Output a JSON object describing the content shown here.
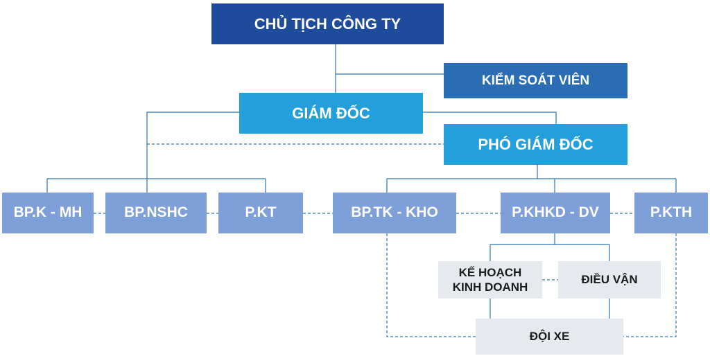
{
  "colors": {
    "top": "#1e4b9b",
    "ctrl": "#2a6db5",
    "exec": "#23a0dc",
    "dept": "#7e9fd8",
    "sub": "#e6e9ee",
    "line": "#2f73b0"
  },
  "nodes": {
    "chairman": "CHỦ TỊCH CÔNG TY",
    "controller": "KIỂM SOÁT VIÊN",
    "director": "GIÁM ĐỐC",
    "deputy_director": "PHÓ GIÁM ĐỐC",
    "bp_k_mh": "BP.K - MH",
    "bp_nshc": "BP.NSHC",
    "p_kt": "P.KT",
    "bp_tk_kho": "BP.TK - KHO",
    "p_khkd_dv": "P.KHKD - DV",
    "p_kth": "P.KTH",
    "business_plan": "KẾ HOẠCH\nKINH DOANH",
    "dispatch": "ĐIỀU VẬN",
    "fleet": "ĐỘI XE"
  }
}
